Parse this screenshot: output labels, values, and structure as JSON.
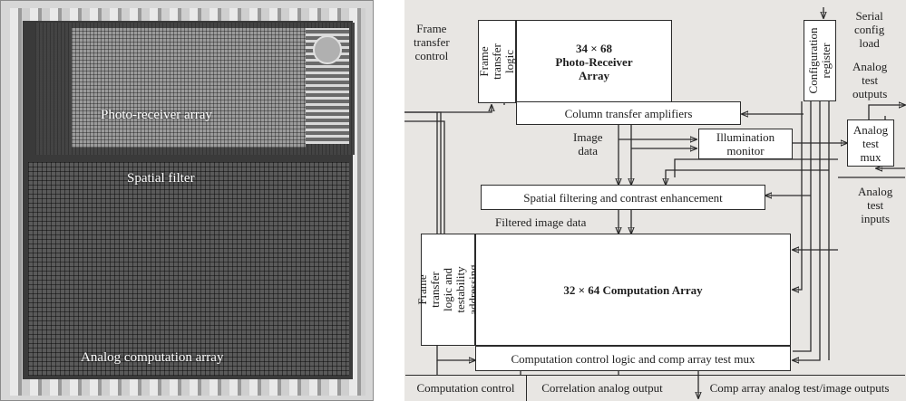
{
  "micrograph": {
    "labels": {
      "photo": "Photo-receiver array",
      "spatial": "Spatial filter",
      "analog": "Analog computation array"
    }
  },
  "diagram": {
    "frame_transfer_control": "Frame\ntransfer\ncontrol",
    "frame_transfer_logic": "Frame\ntransfer logic",
    "photo_receiver_array": "34 × 68\nPhoto-Receiver\nArray",
    "configuration_register": "Configuration\nregister",
    "serial_config_load": "Serial\nconfig\nload",
    "analog_test_outputs": "Analog\ntest\noutputs",
    "column_transfer_amplifiers": "Column transfer amplifiers",
    "image_data": "Image\ndata",
    "illumination_monitor": "Illumination\nmonitor",
    "analog_test_mux": "Analog\ntest\nmux",
    "spatial_filtering": "Spatial filtering and contrast enhancement",
    "analog_test_inputs": "Analog\ntest\ninputs",
    "filtered_image_data": "Filtered image data",
    "frame_transfer_addressing": "Frame transfer\nlogic and testability\naddressing",
    "computation_array": "32 × 64 Computation Array",
    "computation_control_logic": "Computation control logic and comp array test mux",
    "bottom": {
      "computation_control": "Computation control",
      "correlation_output": "Correlation analog output",
      "comp_array_outputs": "Comp array analog test/image outputs"
    }
  }
}
